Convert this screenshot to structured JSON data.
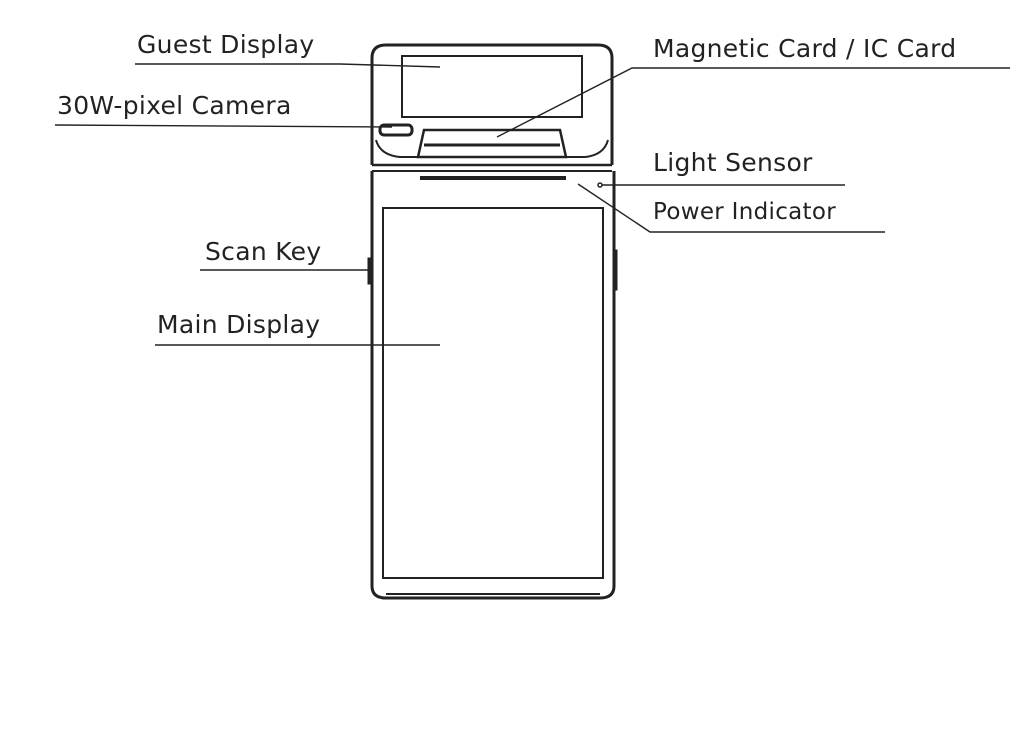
{
  "labels": {
    "guest_display": "Guest Display",
    "camera": "30W-pixel Camera",
    "card_reader": "Magnetic Card / IC Card",
    "light_sensor": "Light Sensor",
    "power_indicator": "Power Indicator",
    "scan_key": "Scan Key",
    "main_display": "Main Display"
  }
}
